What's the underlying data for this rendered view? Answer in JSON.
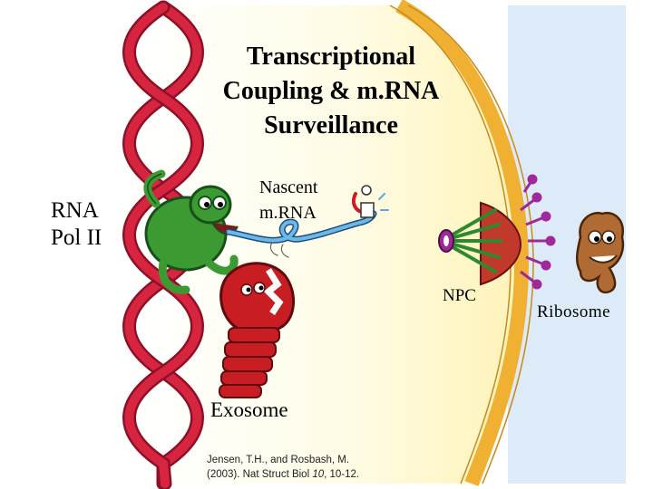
{
  "title": {
    "line1": "Transcriptional",
    "line2": "Coupling & m.RNA",
    "line3": "Surveillance"
  },
  "labels": {
    "rna_pol": {
      "line1": "RNA",
      "line2": "Pol II"
    },
    "nascent": {
      "line1": "Nascent",
      "line2": "m.RNA"
    },
    "npc": "NPC",
    "ribosome": "Ribosome",
    "exosome": "Exosome"
  },
  "citation": {
    "line1": "Jensen, T.H., and Rosbash, M.",
    "line2_pre": "(2003). Nat Struct Biol ",
    "volume": "10",
    "line2_post": ", 10-12."
  },
  "colors": {
    "nucleus": "#fffbd9",
    "nuclear_envelope": "#f0b032",
    "cytoplasm": "#dcebf7",
    "dna": "#cc1f3c",
    "polymerase": "#3c9a32",
    "mrna": "#5aa8dc",
    "exosome": "#c91d24",
    "npc_center": "#a0289a",
    "ribosome": "#b06b35"
  },
  "icons": [
    "dna-helix-icon",
    "rna-pol-ii-icon",
    "mrna-strand-icon",
    "exosome-icon",
    "npc-icon",
    "ribosome-icon"
  ]
}
